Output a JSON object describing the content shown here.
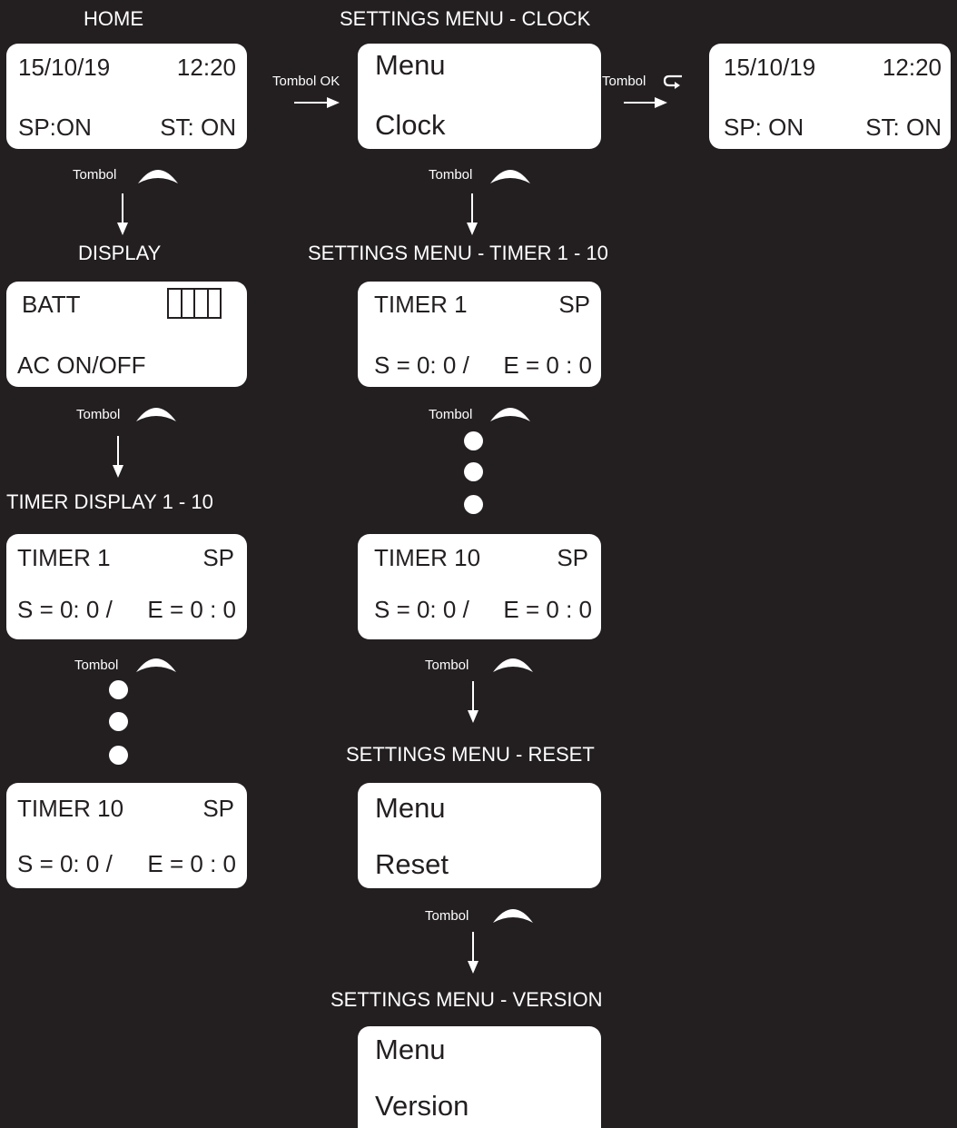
{
  "titles": {
    "home": "HOME",
    "clock": "SETTINGS MENU - CLOCK",
    "display": "DISPLAY",
    "timer_menu": "SETTINGS MENU - TIMER 1 - 10",
    "timer_display": "TIMER DISPLAY 1 - 10",
    "reset": "SETTINGS MENU - RESET",
    "version": "SETTINGS MENU - VERSION"
  },
  "home_screen": {
    "date": "15/10/19",
    "time": "12:20",
    "sp": "SP:ON",
    "st": "ST: ON"
  },
  "clock_screen": {
    "line1": "Menu",
    "line2": "Clock"
  },
  "home_return_screen": {
    "date": "15/10/19",
    "time": "12:20",
    "sp": "SP: ON",
    "st": "ST: ON"
  },
  "display_screen": {
    "batt": "BATT",
    "ac": "AC ON/OFF"
  },
  "timer_screens": {
    "timer1": {
      "name": "TIMER 1",
      "mode": "SP",
      "start": "S = 0: 0 /",
      "end": "E = 0 : 0"
    },
    "timer10": {
      "name": "TIMER 10",
      "mode": "SP",
      "start": "S = 0: 0 /",
      "end": "E = 0 : 0"
    }
  },
  "reset_screen": {
    "line1": "Menu",
    "line2": "Reset"
  },
  "version_screen": {
    "line1": "Menu",
    "line2": "Version"
  },
  "button_labels": {
    "tombol": "Tombol",
    "tombol_ok": "Tombol OK"
  },
  "icons": [
    "up-caret-icon",
    "down-arrow-icon",
    "right-arrow-icon",
    "back-icon",
    "battery-icon",
    "dot-icon"
  ],
  "colors": {
    "background": "#231f20",
    "screen": "#ffffff",
    "text_on_screen": "#231f20"
  }
}
